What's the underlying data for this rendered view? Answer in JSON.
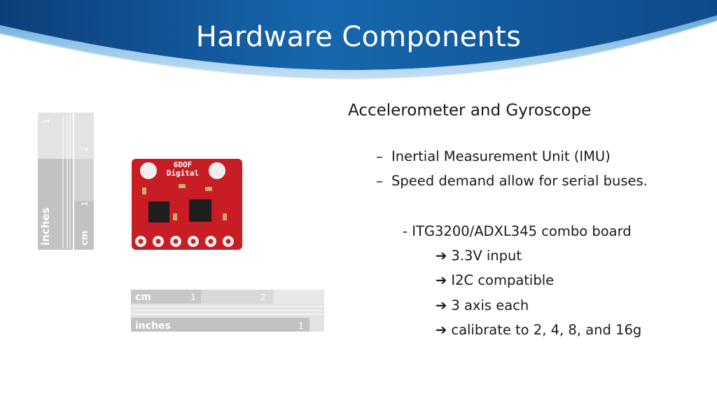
{
  "slide": {
    "title": "Hardware Components",
    "heading": "Accelerometer and Gyroscope",
    "bullets": [
      {
        "marker": "–",
        "text": "Inertial Measurement Unit (IMU)"
      },
      {
        "marker": "–",
        "text": "Speed demand allow for serial buses."
      }
    ],
    "combo_board": "- ITG3200/ADXL345 combo board",
    "feature_marker": "➔",
    "features": [
      "3.3V input",
      "I2C compatible",
      "3 axis each",
      "calibrate to 2, 4, 8, and 16g"
    ]
  },
  "image": {
    "board_label_line1": "6DOF",
    "board_label_line2": "Digital",
    "vertical_ruler": {
      "units_left": "inches",
      "units_right": "cm",
      "tick_1": "1",
      "tick_2": "2",
      "tick_cm_1": "1"
    },
    "horizontal_ruler": {
      "units_top": "cm",
      "units_bottom": "inches",
      "tick_1": "1",
      "tick_2": "2",
      "tick_in_1": "1"
    }
  },
  "colors": {
    "header_dark": "#0f4f8f",
    "header_light": "#4a9bd6",
    "board_red": "#c81d25",
    "ruler_gray": "#c7c7c7"
  }
}
